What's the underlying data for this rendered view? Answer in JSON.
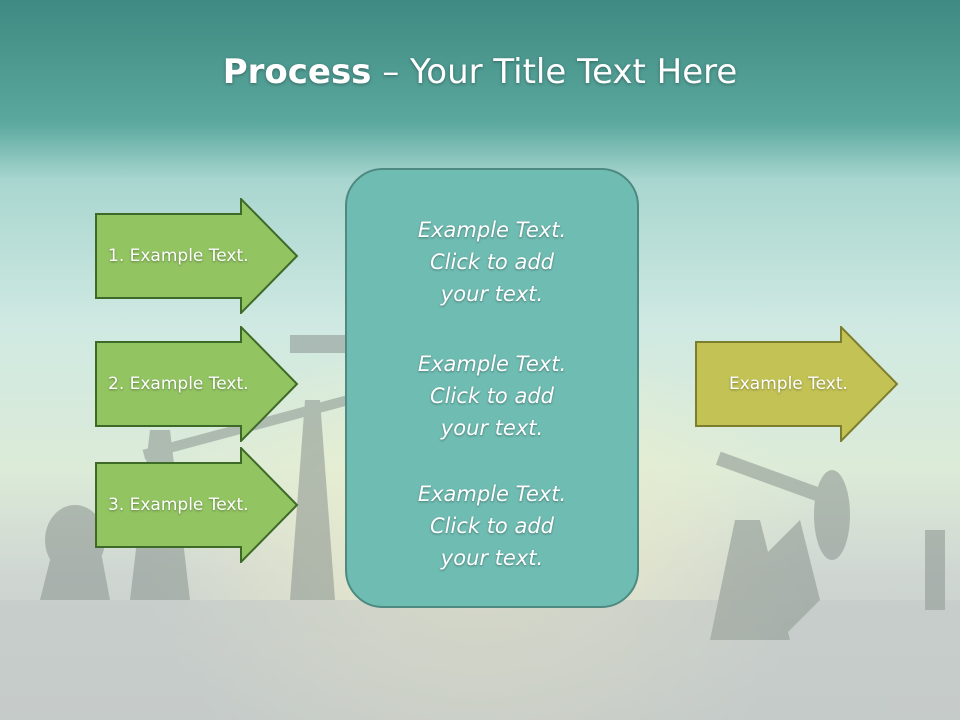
{
  "slide": {
    "title_bold": "Process",
    "title_rest": " – Your Title Text Here"
  },
  "left_arrows": [
    {
      "label": "1. Example Text."
    },
    {
      "label": "2. Example Text."
    },
    {
      "label": "3. Example Text."
    }
  ],
  "center_box": {
    "blocks": [
      {
        "line1": "Example Text.",
        "line2": "Click  to add",
        "line3": "your text."
      },
      {
        "line1": "Example Text.",
        "line2": "Click  to add",
        "line3": "your text."
      },
      {
        "line1": "Example Text.",
        "line2": "Click  to add",
        "line3": "your text."
      }
    ]
  },
  "right_arrow": {
    "label": "Example Text."
  },
  "colors": {
    "header_teal": "#4f9f95",
    "left_arrow_fill": "#92c462",
    "left_arrow_stroke": "#3e6a28",
    "center_box_fill": "#6fbcb2",
    "right_arrow_fill": "#c2c255",
    "right_arrow_stroke": "#7d7d2e"
  }
}
